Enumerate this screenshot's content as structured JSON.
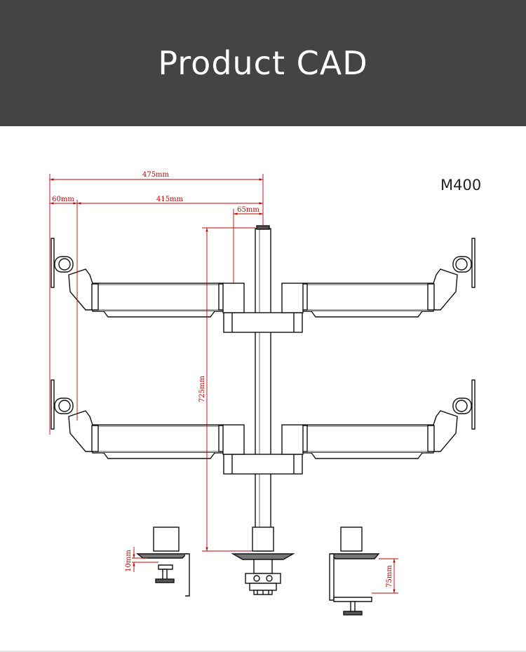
{
  "header": {
    "title": "Product CAD"
  },
  "model": "M400",
  "dimensions": {
    "total_width": "475mm",
    "plate_offset": "60mm",
    "arm_reach": "415mm",
    "pole_offset": "65mm",
    "pole_height": "725mm",
    "clamp_plate": "10mm",
    "clamp_height": "75mm"
  },
  "colors": {
    "header_bg": "#444444",
    "dimension": "#c00000",
    "line": "#111111"
  }
}
